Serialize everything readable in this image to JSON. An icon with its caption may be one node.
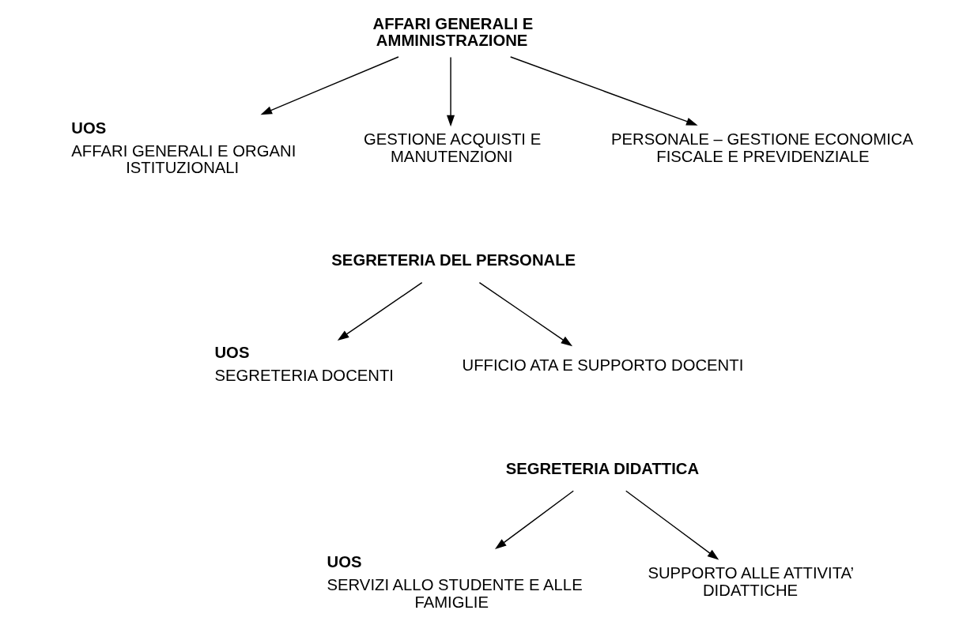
{
  "diagram": {
    "nodes": [
      {
        "text": [
          "AFFARI GENERALI E AMMINISTRAZIONE"
        ]
      },
      {
        "text": [
          "AFFARI GENERALI E ORGANI ISTITUZIONALI"
        ],
        "beside": [
          "UOS"
        ]
      },
      {
        "text": [
          "GESTIONE ACQUISTI E MANUTENZIONI"
        ]
      },
      {
        "text": [
          "PERSONALE – GESTIONE ECONOMICA FISCALE E PREVIDENZIALE"
        ]
      },
      {
        "text": [
          "SEGRETERIA DEL PERSONALE"
        ]
      },
      {
        "text": [
          "SEGRETERIA DOCENTI"
        ],
        "beside": [
          "UOS"
        ]
      },
      {
        "text": [
          "UFFICIO ATA E SUPPORTO DOCENTI"
        ]
      },
      {
        "text": [
          "SEGRETERIA DIDATTICA"
        ]
      },
      {
        "text": [
          "SERVIZI ALLO STUDENTE E ALLE FAMIGLIE"
        ],
        "beside": [
          "UOS"
        ]
      },
      {
        "text": [
          "SUPPORTO ALLE ATTIVITA’ DIDATTICHE"
        ]
      }
    ],
    "edges": [
      {
        "from": 0,
        "to": 1,
        "arrow": "to"
      },
      {
        "from": 0,
        "to": 2,
        "arrow": "to"
      },
      {
        "from": 0,
        "to": 3,
        "arrow": "to"
      },
      {
        "from": 4,
        "to": 5,
        "arrow": "to"
      },
      {
        "from": 4,
        "to": 6,
        "arrow": "to"
      },
      {
        "from": 7,
        "to": 8,
        "arrow": "to"
      },
      {
        "from": 7,
        "to": 9,
        "arrow": "to"
      }
    ]
  }
}
